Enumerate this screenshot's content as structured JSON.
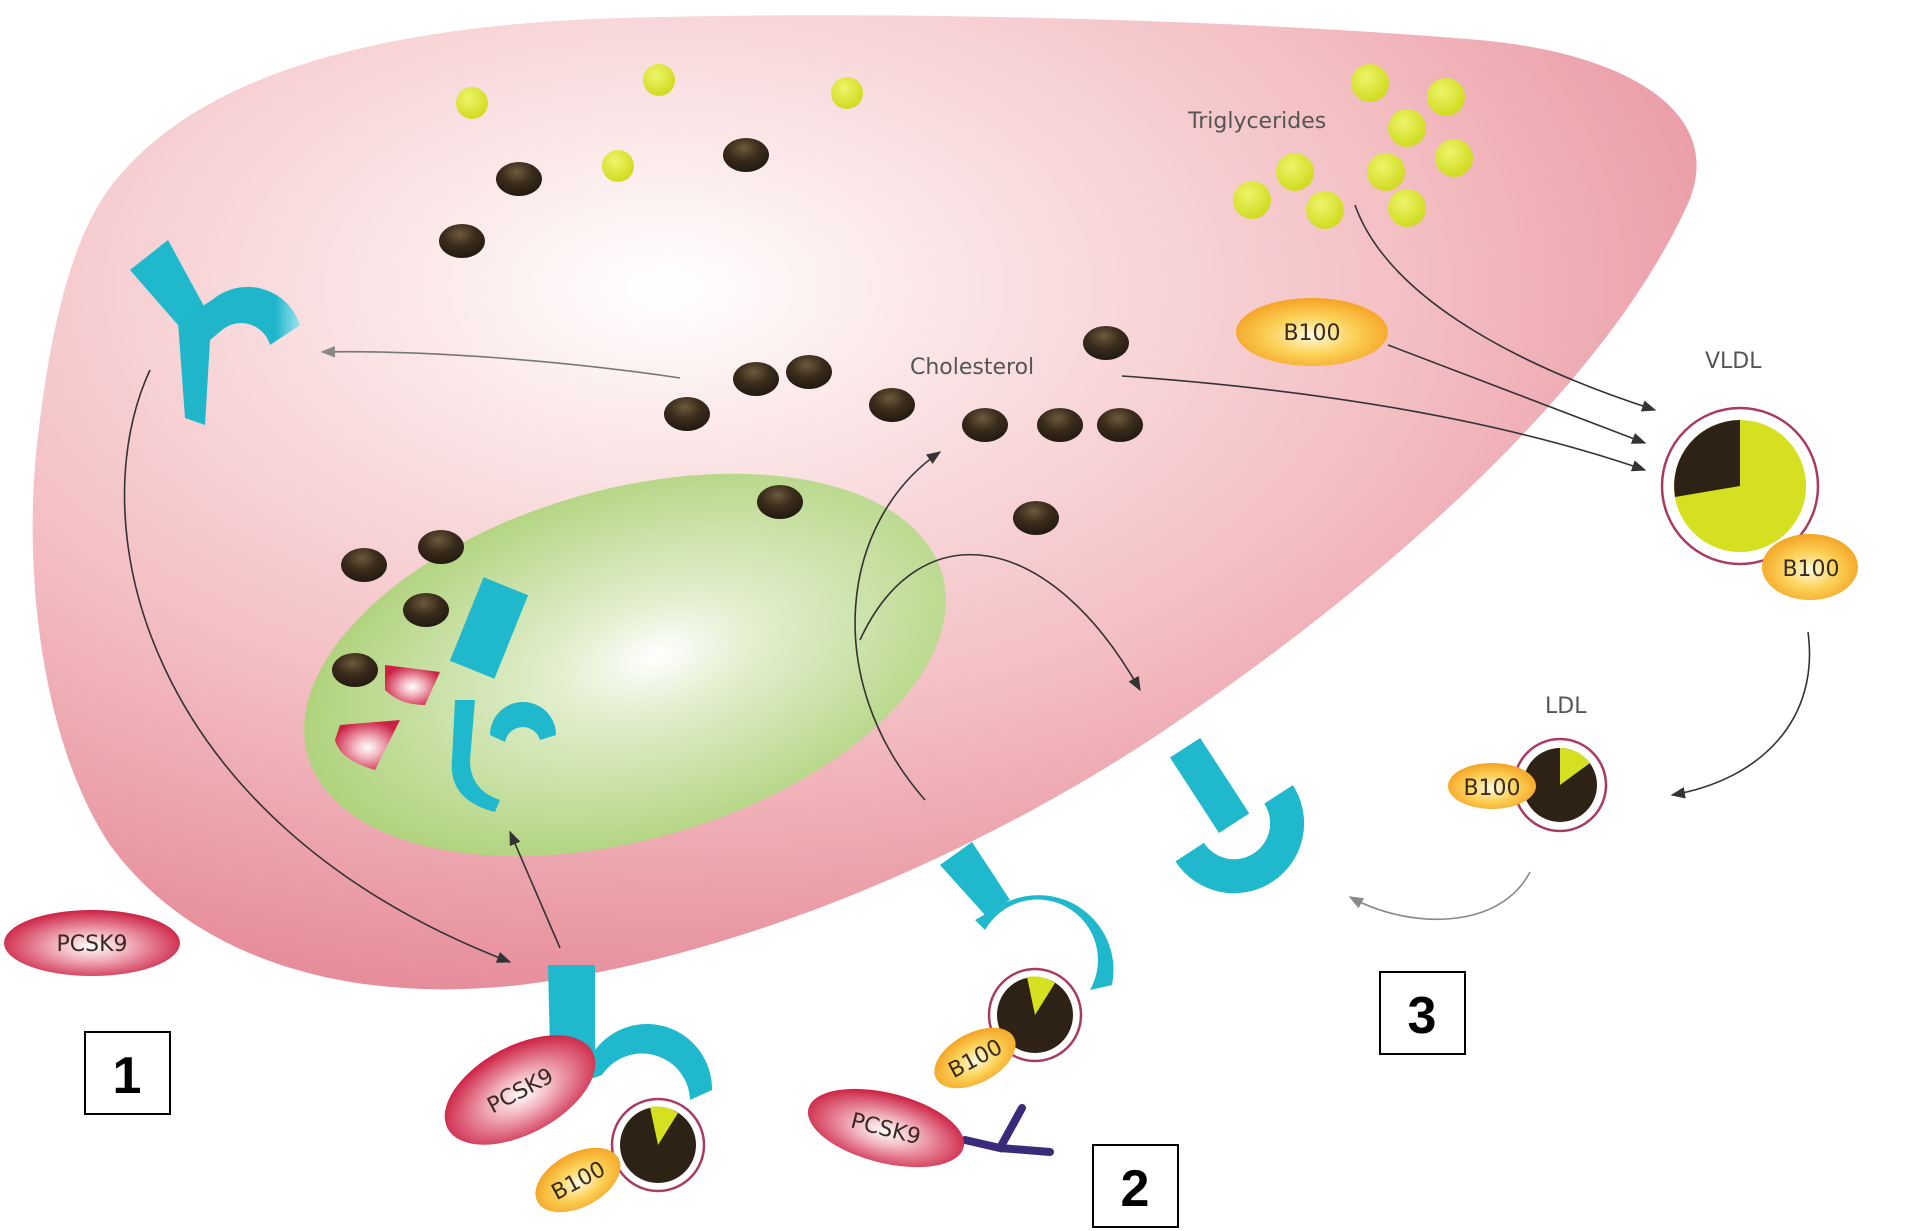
{
  "labels": {
    "triglycerides": "Triglycerides",
    "cholesterol": "Cholesterol",
    "vldl": "VLDL",
    "ldl": "LDL"
  },
  "proteins": {
    "pcsk9": "PCSK9",
    "b100": "B100"
  },
  "steps": [
    "1",
    "2",
    "3"
  ],
  "colors": {
    "cell": "#f2b8bd",
    "endosome": "#b9d98a",
    "receptor": "#1fb8cc",
    "cholesterol": "#33261a",
    "triglyceride": "#d4e020",
    "pcsk9": "#d42a4a",
    "b100": "#f5b63a",
    "antibody": "#3a2b7a",
    "membrane_ring": "#a83a63"
  }
}
